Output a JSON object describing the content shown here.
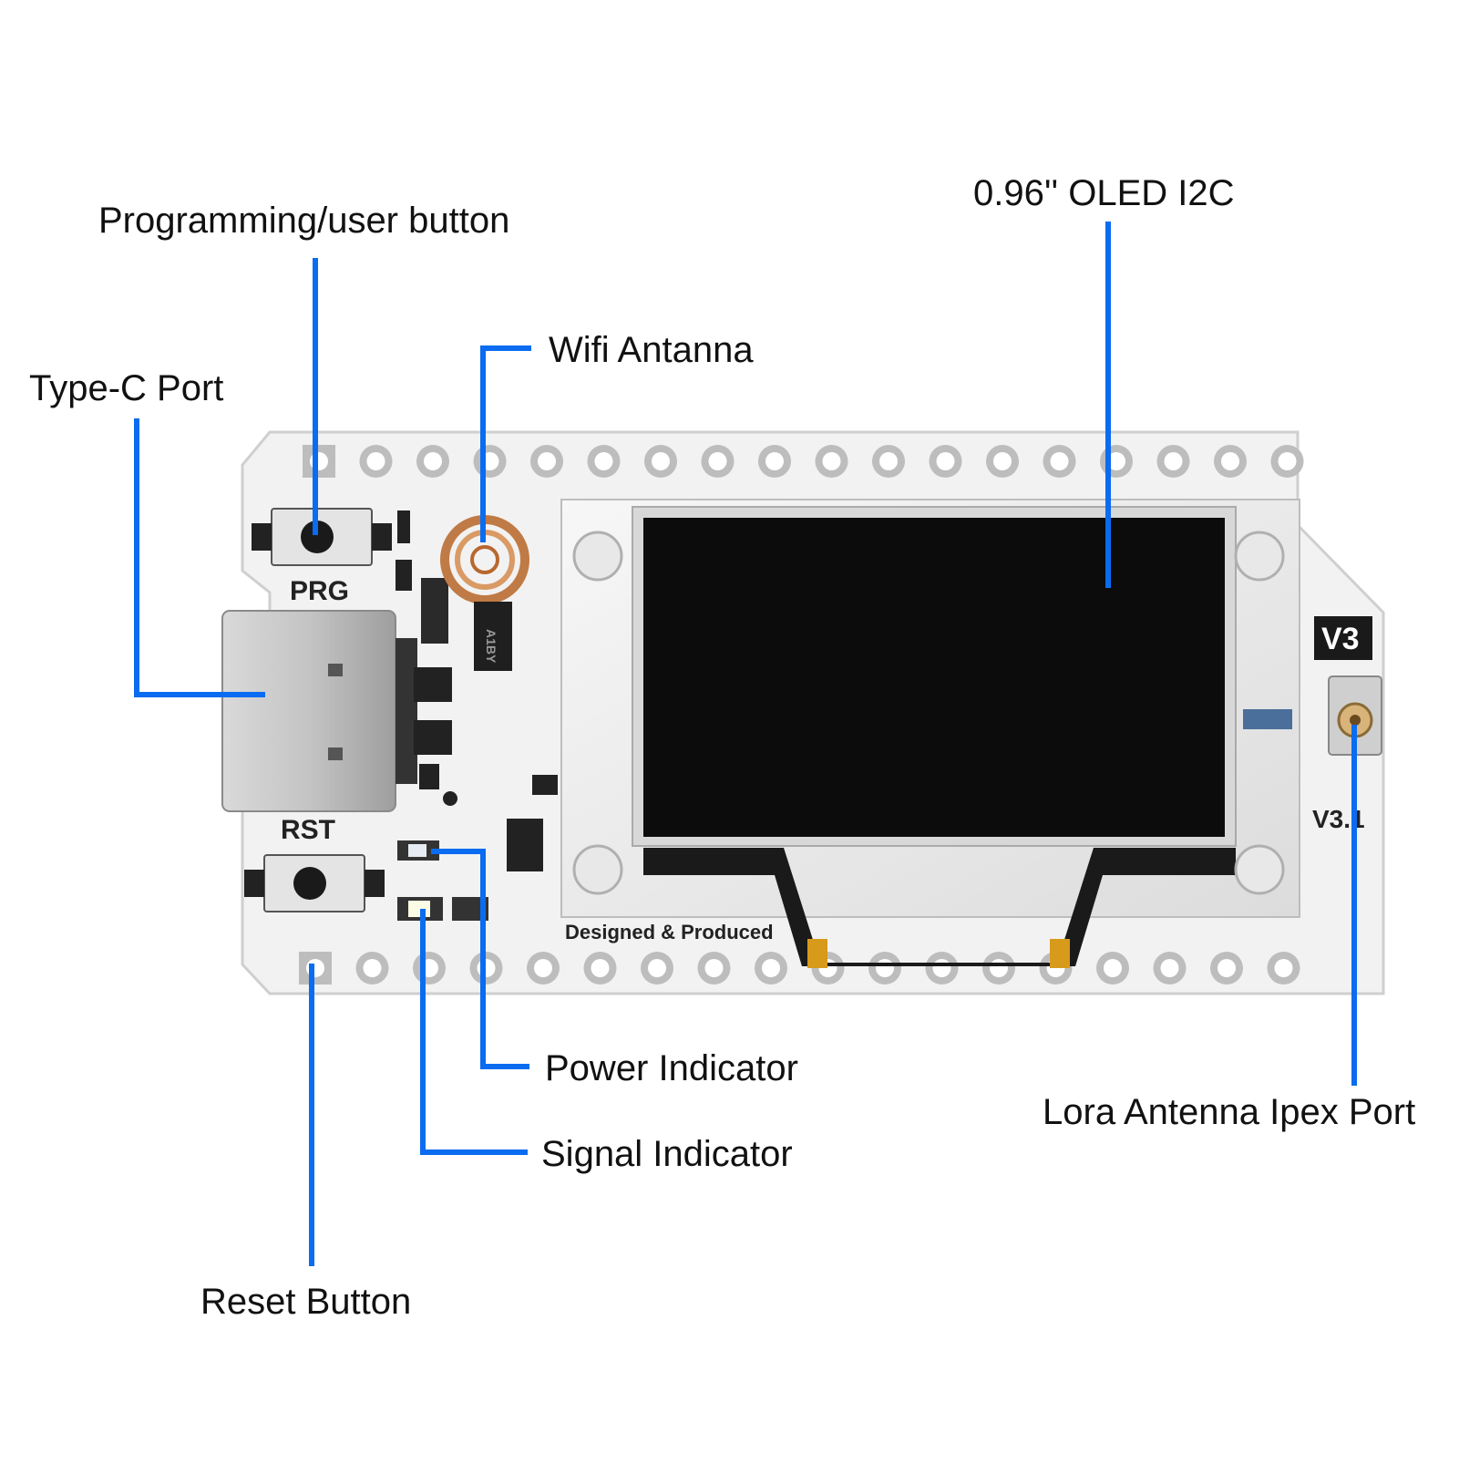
{
  "labels": {
    "prg_button": "Programming/user button",
    "type_c": "Type-C Port",
    "wifi_antenna": "Wifi Antanna",
    "oled": "0.96'' OLED I2C",
    "power_led": "Power Indicator",
    "signal_led": "Signal Indicator",
    "reset_button": "Reset Button",
    "lora_port": "Lora Antenna Ipex Port"
  },
  "board": {
    "prg_silk": "PRG",
    "rst_silk": "RST",
    "version_badge": "V3",
    "version_sub": "V3.1",
    "designed_text": "Designed & Produced",
    "chip_mark": "A1BY"
  },
  "colors": {
    "callout_line": "#0a6cf0",
    "board": "#f2f2f2",
    "oled": "#0c0c0c"
  }
}
